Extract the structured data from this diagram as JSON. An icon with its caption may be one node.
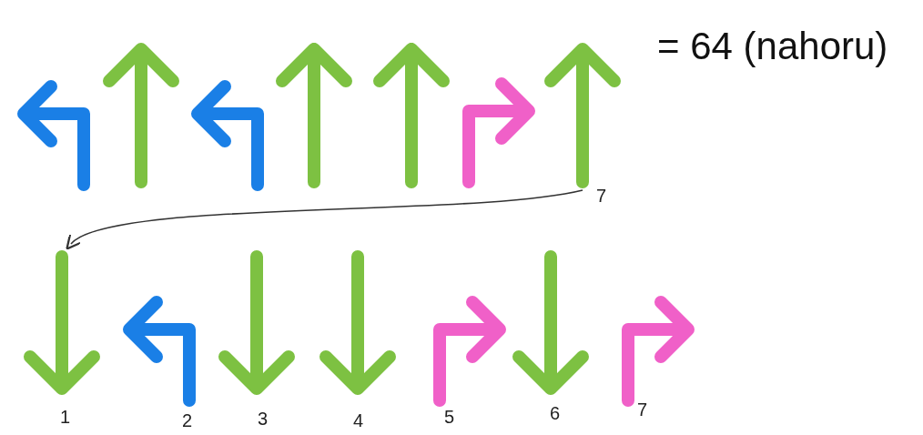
{
  "diagram": {
    "nodes": [
      {
        "text": [],
        "shape": "picture"
      },
      {
        "text": [],
        "shape": "picture"
      },
      {
        "text": [],
        "shape": "picture"
      },
      {
        "text": [],
        "shape": "picture"
      },
      {
        "text": [],
        "shape": "picture"
      },
      {
        "text": [],
        "shape": "picture"
      },
      {
        "text": [],
        "shape": "picture",
        "beside": [
          "7"
        ]
      },
      {
        "text": [],
        "shape": "picture",
        "beside": [
          "1"
        ]
      },
      {
        "text": [],
        "shape": "picture",
        "beside": [
          "2"
        ]
      },
      {
        "text": [],
        "shape": "picture",
        "beside": [
          "3"
        ]
      },
      {
        "text": [],
        "shape": "picture",
        "beside": [
          "4"
        ]
      },
      {
        "text": [],
        "shape": "picture",
        "beside": [
          "5"
        ]
      },
      {
        "text": [],
        "shape": "picture",
        "beside": [
          "6"
        ]
      },
      {
        "text": [],
        "shape": "picture",
        "beside": [
          "7"
        ]
      }
    ],
    "edges": [
      {
        "from": 6,
        "to": 7,
        "arrow": "to"
      }
    ],
    "labels": [
      "= 64 (nahoru)"
    ]
  }
}
